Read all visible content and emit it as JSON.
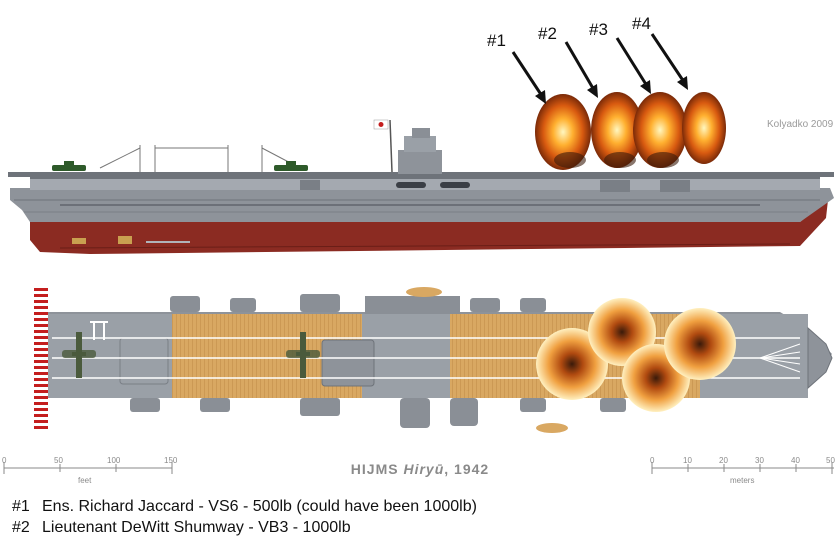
{
  "credit": "Kolyadko 2009",
  "ship": {
    "prefix": "HIJMS",
    "name": "Hiryū",
    "year": ", 1942"
  },
  "hits": [
    {
      "label": "#1"
    },
    {
      "label": "#2"
    },
    {
      "label": "#3"
    },
    {
      "label": "#4"
    }
  ],
  "scale_feet": {
    "unit": "feet",
    "ticks": [
      "0",
      "50",
      "100",
      "150"
    ]
  },
  "scale_meters": {
    "unit": "meters",
    "ticks": [
      "0",
      "10",
      "20",
      "30",
      "40",
      "50"
    ]
  },
  "captions": [
    {
      "num": "#1",
      "text": "Ens. Richard Jaccard - VS6 - 500lb (could have been 1000lb)"
    },
    {
      "num": "#2",
      "text": "Lieutenant DeWitt Shumway - VB3 - 1000lb"
    }
  ],
  "colors": {
    "hull": "#8b2b22",
    "hull_gray": "#8e939a",
    "deck_wood": "#d8a860",
    "deck_gray": "#9aa0a7",
    "stripe_red": "#c41e1e"
  }
}
